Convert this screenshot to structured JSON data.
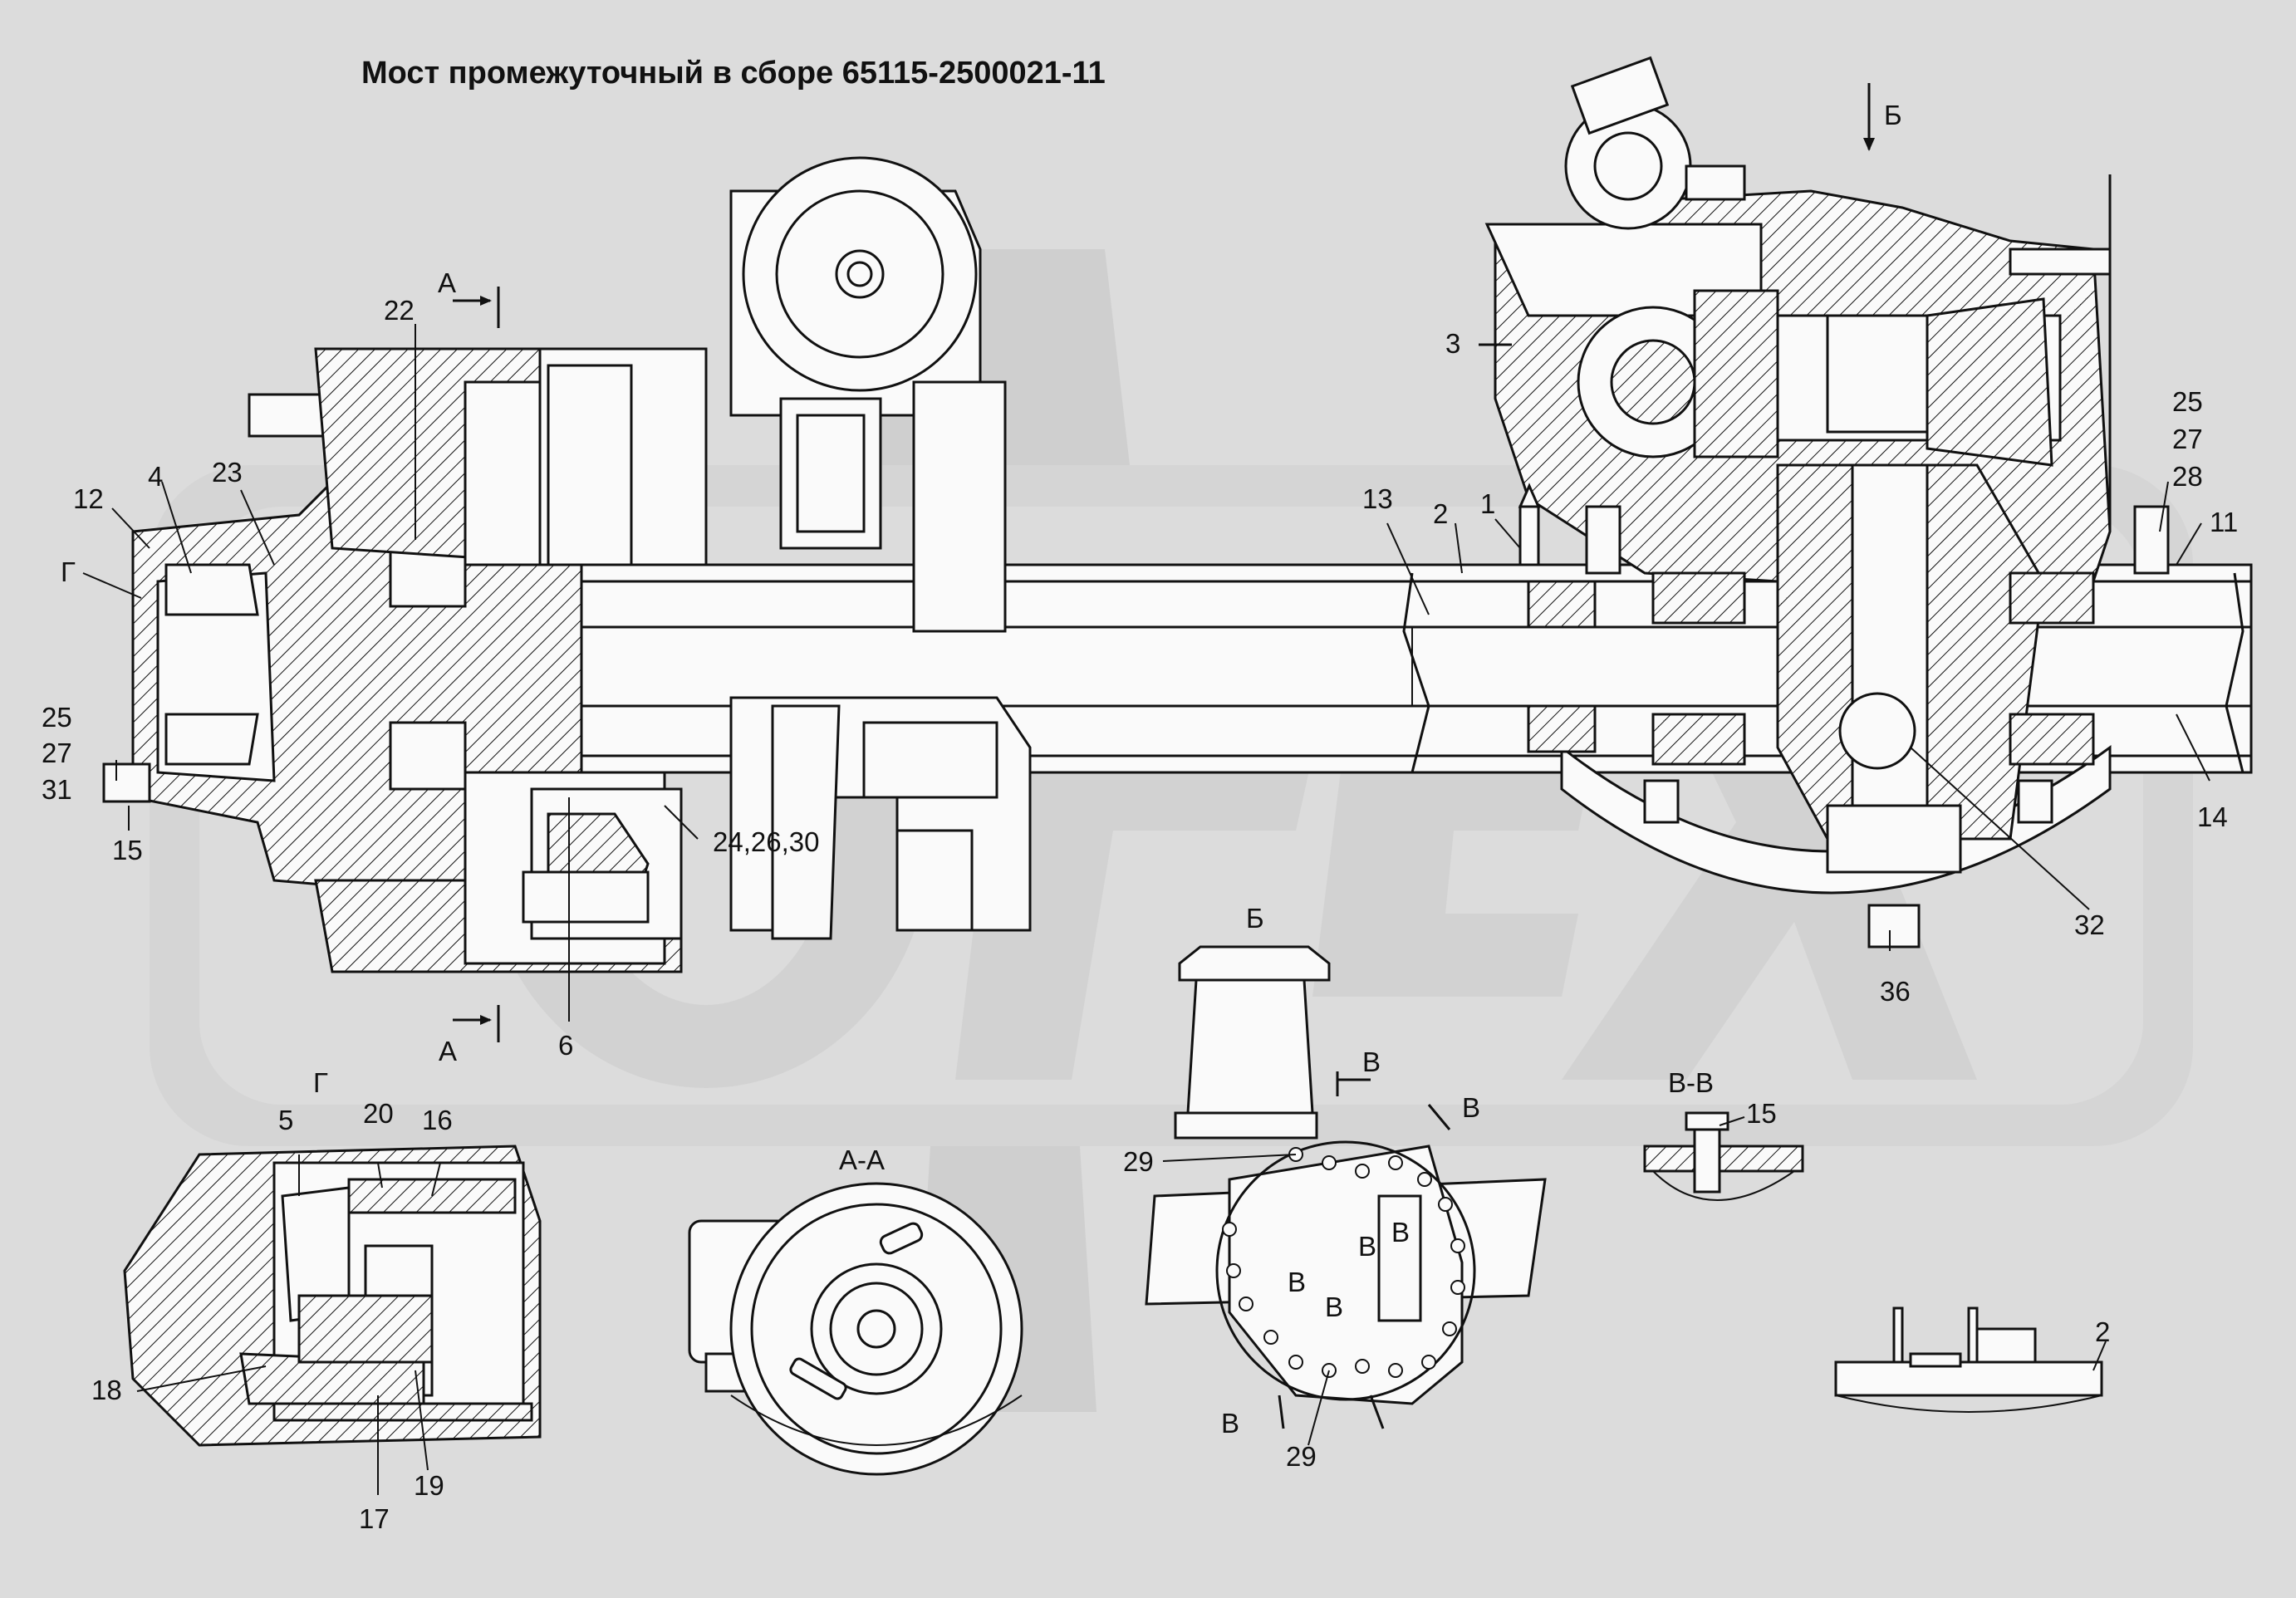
{
  "title": "Мост промежуточный в сборе 65115-2500021-11",
  "watermark": {
    "text": "ОРЕХ",
    "color": "#cfcfcf"
  },
  "colors": {
    "background": "#dcdcdc",
    "ink": "#111111",
    "part_fill": "#fafafa"
  },
  "section_labels": {
    "A_top": "А",
    "A_bottom": "А",
    "B_top": "Б",
    "B_view": "Б",
    "G_left": "Г",
    "G_detail": "Г",
    "AA": "А-А",
    "VV": "В-В",
    "V1": "В",
    "V2": "В",
    "V3": "В",
    "V4": "В",
    "V5": "В",
    "V6": "В",
    "V7": "В"
  },
  "callouts": {
    "c1": "1",
    "c2": "2",
    "c3": "3",
    "c4": "4",
    "c5": "5",
    "c6": "6",
    "c11": "11",
    "c12": "12",
    "c13": "13",
    "c14": "14",
    "c15a": "15",
    "c15b": "15",
    "c16": "16",
    "c17": "17",
    "c18": "18",
    "c19": "19",
    "c20": "20",
    "c22": "22",
    "c23": "23",
    "c24": "24,26,30",
    "c25a": "25",
    "c25b": "25",
    "c27a": "27",
    "c27b": "27",
    "c28": "28",
    "c29a": "29",
    "c29b": "29",
    "c31": "31",
    "c32": "32",
    "c36": "36",
    "c2b": "2"
  }
}
